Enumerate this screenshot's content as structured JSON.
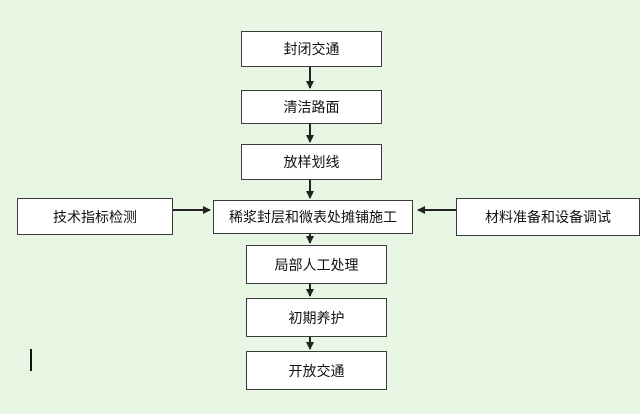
{
  "steps": {
    "close_traffic": "封闭交通",
    "clean_road": "清洁路面",
    "layout_marking": "放样划线",
    "main_construction": "稀浆封层和微表处摊铺施工",
    "partial_manual": "局部人工处理",
    "initial_curing": "初期养护",
    "open_traffic": "开放交通"
  },
  "side_inputs": {
    "left": "技术指标检测",
    "right": "材料准备和设备调试"
  },
  "colors": {
    "background": "#e8f7e4",
    "box_fill": "#ffffff",
    "line": "#3b3b3b",
    "text": "#111111"
  }
}
